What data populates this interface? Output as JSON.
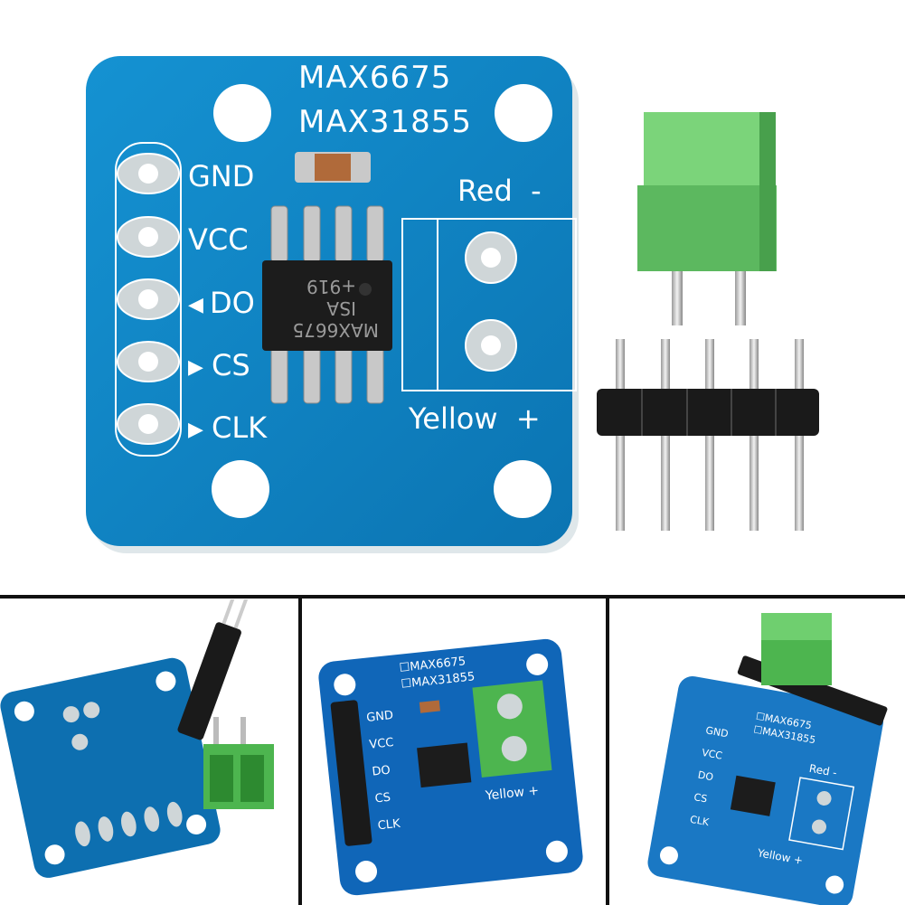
{
  "main_board": {
    "chip_labels": [
      "MAX6675",
      "MAX31855"
    ],
    "pins": [
      {
        "label": "GND",
        "marker": ""
      },
      {
        "label": "VCC",
        "marker": ""
      },
      {
        "label": "DO",
        "marker": "◀"
      },
      {
        "label": "CS",
        "marker": "▶"
      },
      {
        "label": "CLK",
        "marker": "▶"
      }
    ],
    "terminal_top_label": "Red  -",
    "terminal_bottom_label": "Yellow  +",
    "ic_marking": [
      "MAX6675",
      "ISA",
      "+919"
    ]
  },
  "colors": {
    "pcb": "#0e86c6",
    "terminal": "#5fbf62",
    "header_plastic": "#1a1a1a"
  },
  "panel_2": {
    "chip_labels": [
      "☐MAX6675",
      "☐MAX31855"
    ],
    "pins": [
      "GND",
      "VCC",
      "DO",
      "CS",
      "CLK"
    ],
    "terminal_label": "Yellow +"
  },
  "panel_3": {
    "chip_labels": [
      "☐MAX6675",
      "☐MAX31855"
    ],
    "pins": [
      "GND",
      "VCC",
      "DO",
      "CS",
      "CLK"
    ],
    "terminal_labels": [
      "Red -",
      "Yellow +"
    ]
  }
}
